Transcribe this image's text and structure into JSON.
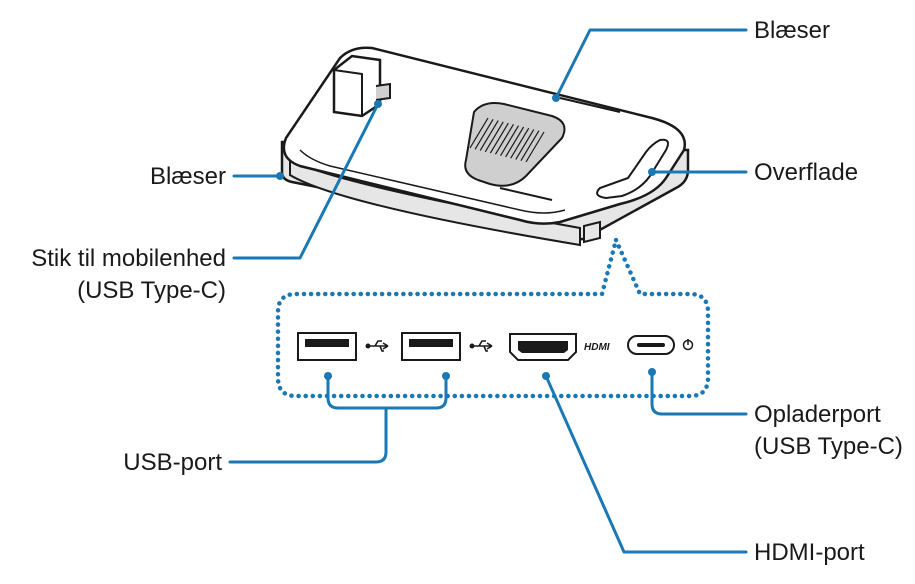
{
  "labels": {
    "fan_top": "Blæser",
    "fan_side": "Blæser",
    "surface": "Overflade",
    "mobile_connector_line1": "Stik til mobilenhed",
    "mobile_connector_line2": "(USB Type-C)",
    "usb_port": "USB-port",
    "charger_port_line1": "Opladerport",
    "charger_port_line2": "(USB Type-C)",
    "hdmi_port": "HDMI-port"
  },
  "port_markings": {
    "hdmi_logo": "HDMI"
  },
  "icons": {
    "usb": "usb-icon",
    "power": "power-icon"
  },
  "colors": {
    "leader": "#1a79b5",
    "outline": "#1a1a1a",
    "device_fill": "#ffffff",
    "device_shade": "#e6e6e6",
    "vent_fill": "#cfcfcf"
  }
}
